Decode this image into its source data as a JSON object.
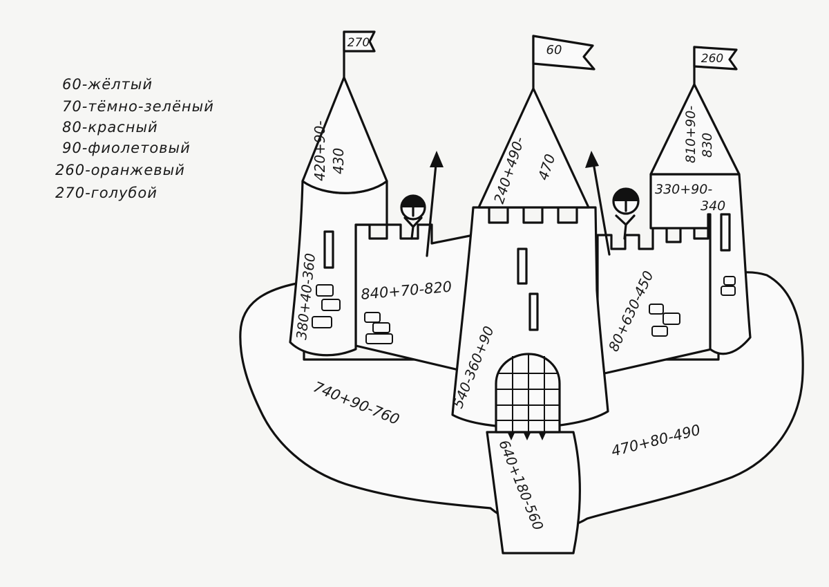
{
  "legend": [
    {
      "number": "60",
      "color_name": "жёлтый",
      "text": "60-жёлтый",
      "color": "#f2d21b"
    },
    {
      "number": "70",
      "color_name": "тёмно-зелёный",
      "text": "70-тёмно-зелёный",
      "color": "#1f5f2a"
    },
    {
      "number": "80",
      "color_name": "красный",
      "text": "80-красный",
      "color": "#d62828"
    },
    {
      "number": "90",
      "color_name": "фиолетовый",
      "text": "90-фиолетовый",
      "color": "#7b2cbf"
    },
    {
      "number": "260",
      "color_name": "оранжевый",
      "text": "260-оранжевый",
      "color": "#f77f00"
    },
    {
      "number": "270",
      "color_name": "голубой",
      "text": "270-голубой",
      "color": "#5ec8f2"
    }
  ],
  "flags": {
    "left": "270",
    "center": "60",
    "right": "260"
  },
  "expressions": {
    "left_roof": "420+90-",
    "left_roof_2": "430",
    "center_roof": "240+490-",
    "center_roof_2": "470",
    "right_roof": "810+90-",
    "right_roof_2": "830",
    "left_tower": "380+40-360",
    "left_wall": "840+70-820",
    "right_wall": "80+630-450",
    "right_tower_top": "330+90-",
    "right_tower_top_2": "340",
    "gate_tower": "540-360+90",
    "island_left": "740+90-760",
    "island_right": "470+80-490",
    "road": "640+180-560"
  }
}
